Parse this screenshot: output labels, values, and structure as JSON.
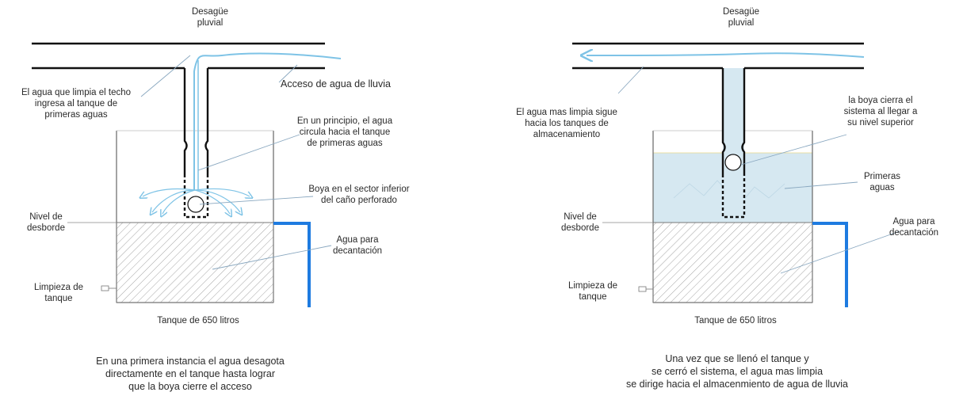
{
  "left": {
    "desague_line1": "Desagüe",
    "desague_line2": "pluvial",
    "acceso": "Acceso de agua de lluvia",
    "techo_line1": "El agua que limpia el techo",
    "techo_line2": "ingresa al tanque de",
    "techo_line3": "primeras aguas",
    "principio_line1": "En un principio, el agua",
    "principio_line2": "circula hacia el tanque",
    "principio_line3": "de primeras aguas",
    "boya_line1": "Boya en el sector inferior",
    "boya_line2": "del caño perforado",
    "nivel_line1": "Nivel de",
    "nivel_line2": "desborde",
    "agua_line1": "Agua para",
    "agua_line2": "decantación",
    "limpieza_line1": "Limpieza de",
    "limpieza_line2": "tanque",
    "tanque": "Tanque de 650 litros",
    "caption_line1": "En una primera instancia el agua desagota",
    "caption_line2": "directamente en el tanque hasta lograr",
    "caption_line3": "que la boya cierre el acceso"
  },
  "right": {
    "desague_line1": "Desagüe",
    "desague_line2": "pluvial",
    "limpia_line1": "El agua mas limpia sigue",
    "limpia_line2": "hacia los tanques de",
    "limpia_line3": "almacenamiento",
    "boya_line1": "la boya cierra el",
    "boya_line2": "sistema al llegar a",
    "boya_line3": "su nivel superior",
    "primeras_line1": "Primeras",
    "primeras_line2": "aguas",
    "nivel_line1": "Nivel de",
    "nivel_line2": "desborde",
    "agua_line1": "Agua para",
    "agua_line2": "decantación",
    "limpieza_line1": "Limpieza de",
    "limpieza_line2": "tanque",
    "tanque": "Tanque de 650 litros",
    "caption_line1": "Una vez que se llenó el tanque y",
    "caption_line2": "se cerró el sistema, el agua mas limpia",
    "caption_line3": "se dirige hacia el almacenmiento de agua de lluvia"
  },
  "colors": {
    "water_flow": "#7ec3e6",
    "outlet_pipe": "#1e7be0",
    "first_water_fill": "#d6e8f1",
    "hatch": "#9a9a9a",
    "pipe": "#111111",
    "leader": "#8aa8c0"
  }
}
